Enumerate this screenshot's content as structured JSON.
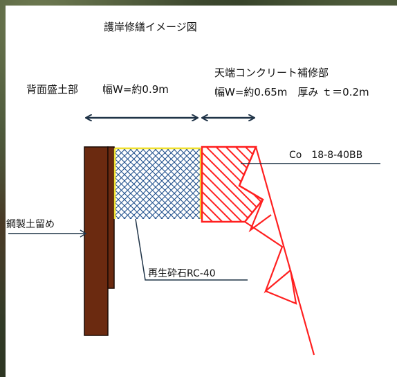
{
  "title": "護岸修繕イメージ図",
  "back_fill": {
    "name": "背面盛土部",
    "width_label": "幅W=約0.9m"
  },
  "crown_repair": {
    "name": "天端コンクリート補修部",
    "spec_label": "幅W=約0.65m　厚み ｔ＝0.2m"
  },
  "concrete_label": "Co　18-8-40BB",
  "steel_label": "鋼製土留め",
  "gravel_label": "再生砕石RC-40",
  "colors": {
    "steel": "#6b2a10",
    "gravel_hatch": "#1f4f8c",
    "gravel_edge": "#f0e030",
    "concrete": "#ff2020",
    "arrow": "#1f3347"
  }
}
